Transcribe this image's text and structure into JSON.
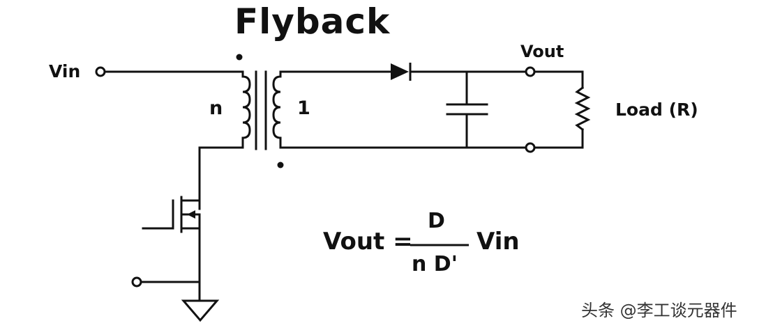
{
  "title": "Flyback",
  "labels": {
    "vin": "Vin",
    "vout": "Vout",
    "primary_turns": "n",
    "secondary_turns": "1",
    "load": "Load (R)"
  },
  "equation": {
    "lhs": "Vout =",
    "numerator": "D",
    "denominator": "n D'",
    "rhs": "Vin"
  },
  "watermark": "头条 @李工谈元器件"
}
